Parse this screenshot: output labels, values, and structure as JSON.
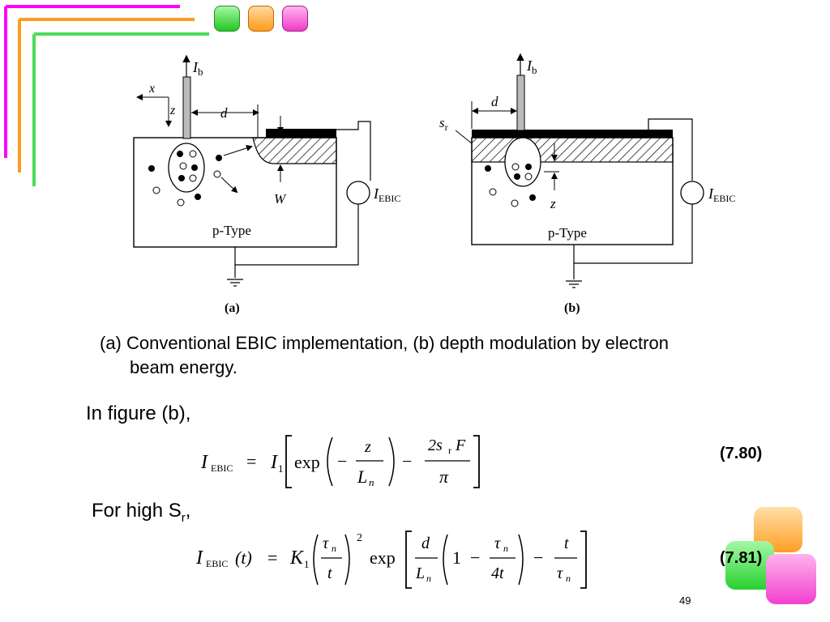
{
  "figure": {
    "panel_a": {
      "label": "(a)",
      "beam_label_main": "I",
      "beam_label_sub": "b",
      "x_axis": "x",
      "z_axis": "z",
      "distance": "d",
      "depletion_width": "W",
      "meter_main": "I",
      "meter_sub": "EBIC",
      "region": "p-Type"
    },
    "panel_b": {
      "label": "(b)",
      "beam_label_main": "I",
      "beam_label_sub": "b",
      "surface_main": "s",
      "surface_sub": "r",
      "distance": "d",
      "depth": "z",
      "meter_main": "I",
      "meter_sub": "EBIC",
      "region": "p-Type"
    }
  },
  "caption": {
    "line1": "(a) Conventional EBIC implementation, (b) depth modulation by electron",
    "line2": "beam energy."
  },
  "text1": "In figure (b),",
  "text2_main": "For high S",
  "text2_sub": "r",
  "text2_tail": ",",
  "eq1": {
    "number": "(7.80)",
    "lhs_main": "I",
    "lhs_sub": "EBIC",
    "eq_sign": "=",
    "coef_main": "I",
    "coef_sub": "1",
    "exp": "exp",
    "minus": "−",
    "z": "z",
    "L_main": "L",
    "L_sub": "n",
    "two_s": "2s",
    "s_sub": "r",
    "F": "F",
    "pi": "π"
  },
  "eq2": {
    "number": "(7.81)",
    "lhs_main": "I",
    "lhs_sub": "EBIC",
    "t_arg": "(t)",
    "eq_sign": "=",
    "coef_main": "K",
    "coef_sub": "1",
    "tau": "τ",
    "tau_sub": "n",
    "t": "t",
    "power": "2",
    "exp": "exp",
    "d": "d",
    "L_main": "L",
    "L_sub": "n",
    "one": "1",
    "minus": "−",
    "four_t": "4t"
  },
  "page_number": "49",
  "colors": {
    "magenta": "#ff00ff",
    "orange": "#ff9a1a",
    "green": "#4ddb57"
  }
}
